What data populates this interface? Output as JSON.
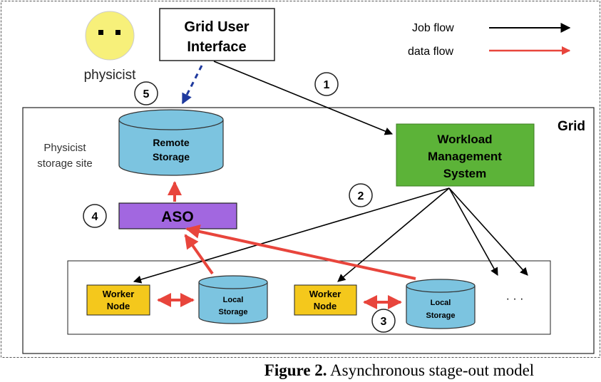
{
  "user": {
    "label": "physicist"
  },
  "ui_box": {
    "line1": "Grid User",
    "line2": "Interface"
  },
  "legend": {
    "items": [
      {
        "label": "Job flow",
        "color": "#000000"
      },
      {
        "label": "data flow",
        "color": "#e8453c"
      }
    ]
  },
  "grid": {
    "label": "Grid"
  },
  "remote_storage": {
    "line1": "Remote",
    "line2": "Storage",
    "site_line1": "Physicist",
    "site_line2": "storage site"
  },
  "wms": {
    "line1": "Workload",
    "line2": "Management",
    "line3": "System"
  },
  "aso": {
    "label": "ASO"
  },
  "steps": [
    "1",
    "2",
    "3",
    "4",
    "5"
  ],
  "nodes": [
    {
      "worker_line1": "Worker",
      "worker_line2": "Node",
      "storage_line1": "Local",
      "storage_line2": "Storage"
    },
    {
      "worker_line1": "Worker",
      "worker_line2": "Node",
      "storage_line1": "Local",
      "storage_line2": "Storage"
    }
  ],
  "ellipsis": "· · ·",
  "caption": {
    "prefix": "Figure 2.",
    "text": " Asynchronous stage-out model"
  },
  "colors": {
    "job_flow": "#000000",
    "data_flow": "#e8453c",
    "dashed_arrow": "#1f3a9e",
    "wms_fill": "#5cb338",
    "aso_fill": "#a267e0",
    "worker_fill": "#f4c81c",
    "storage_fill": "#7cc4e0",
    "face_fill": "#f7f07a"
  }
}
